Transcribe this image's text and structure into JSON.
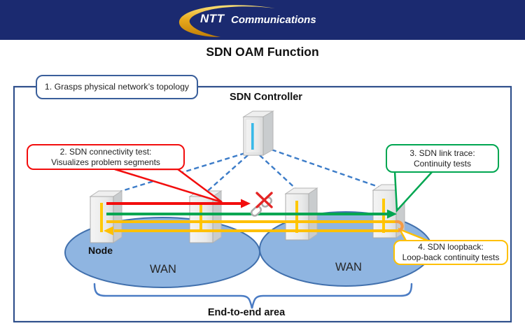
{
  "header": {
    "brand_ntt": "NTT",
    "brand_suffix": "Communications",
    "bar_color": "#1B2A70",
    "swoosh_color": "#E8A91D"
  },
  "title": "SDN OAM Function",
  "callouts": {
    "c1": {
      "text": "1. Grasps physical network’s topology",
      "border_color": "#3A5F9B"
    },
    "c2": {
      "line1": "2. SDN connectivity test:",
      "line2": "Visualizes problem segments",
      "border_color": "#F20D0D"
    },
    "c3": {
      "line1": "3. SDN link trace:",
      "line2": "Continuity tests",
      "border_color": "#00A651"
    },
    "c4": {
      "line1": "4. SDN loopback:",
      "line2": "Loop-back continuity tests",
      "border_color": "#FFC000"
    }
  },
  "labels": {
    "controller": "SDN Controller",
    "node": "Node",
    "wan_left": "WAN",
    "wan_right": "WAN",
    "end_to_end": "End-to-end area"
  },
  "colors": {
    "frame": "#30508C",
    "dashed_link": "#3C7CC8",
    "red_arrow": "#F20D0D",
    "green_arrow": "#00A651",
    "yellow_arrow": "#FFC000",
    "loopback": "#F59B45",
    "wan_fill": "#8FB5E1",
    "wan_stroke": "#4170AD",
    "brace": "#4B7CC4",
    "node_stripe": "#FFC907",
    "controller_stripe": "#39B9E8",
    "broken_x": "#E42525",
    "chain_gray": "#ADADAD"
  }
}
